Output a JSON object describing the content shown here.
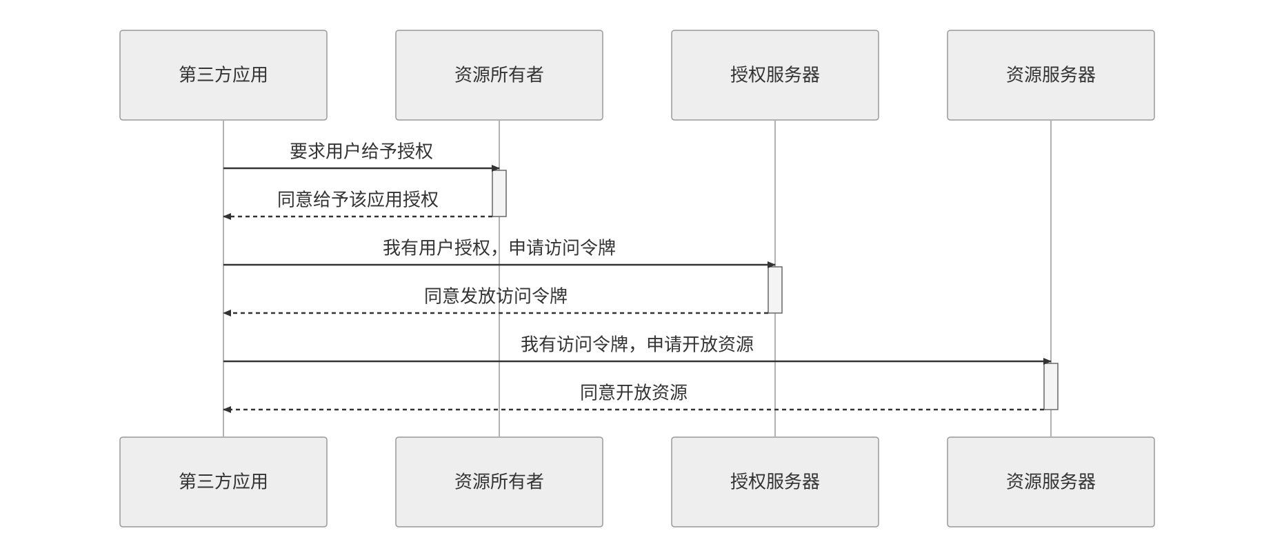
{
  "diagram": {
    "type": "sequence",
    "participants": [
      {
        "id": "client",
        "label": "第三方应用"
      },
      {
        "id": "owner",
        "label": "资源所有者"
      },
      {
        "id": "auth",
        "label": "授权服务器"
      },
      {
        "id": "resource",
        "label": "资源服务器"
      }
    ],
    "messages": [
      {
        "from": "client",
        "to": "owner",
        "label": "要求用户给予授权",
        "style": "solid"
      },
      {
        "from": "owner",
        "to": "client",
        "label": "同意给予该应用授权",
        "style": "dashed"
      },
      {
        "from": "client",
        "to": "auth",
        "label": "我有用户授权，申请访问令牌",
        "style": "solid"
      },
      {
        "from": "auth",
        "to": "client",
        "label": "同意发放访问令牌",
        "style": "dashed"
      },
      {
        "from": "client",
        "to": "resource",
        "label": "我有访问令牌，申请开放资源",
        "style": "solid"
      },
      {
        "from": "resource",
        "to": "client",
        "label": "同意开放资源",
        "style": "dashed"
      }
    ],
    "colors": {
      "box_fill": "#eeeeee",
      "box_stroke": "#999999",
      "line": "#333333",
      "text": "#333333"
    }
  }
}
